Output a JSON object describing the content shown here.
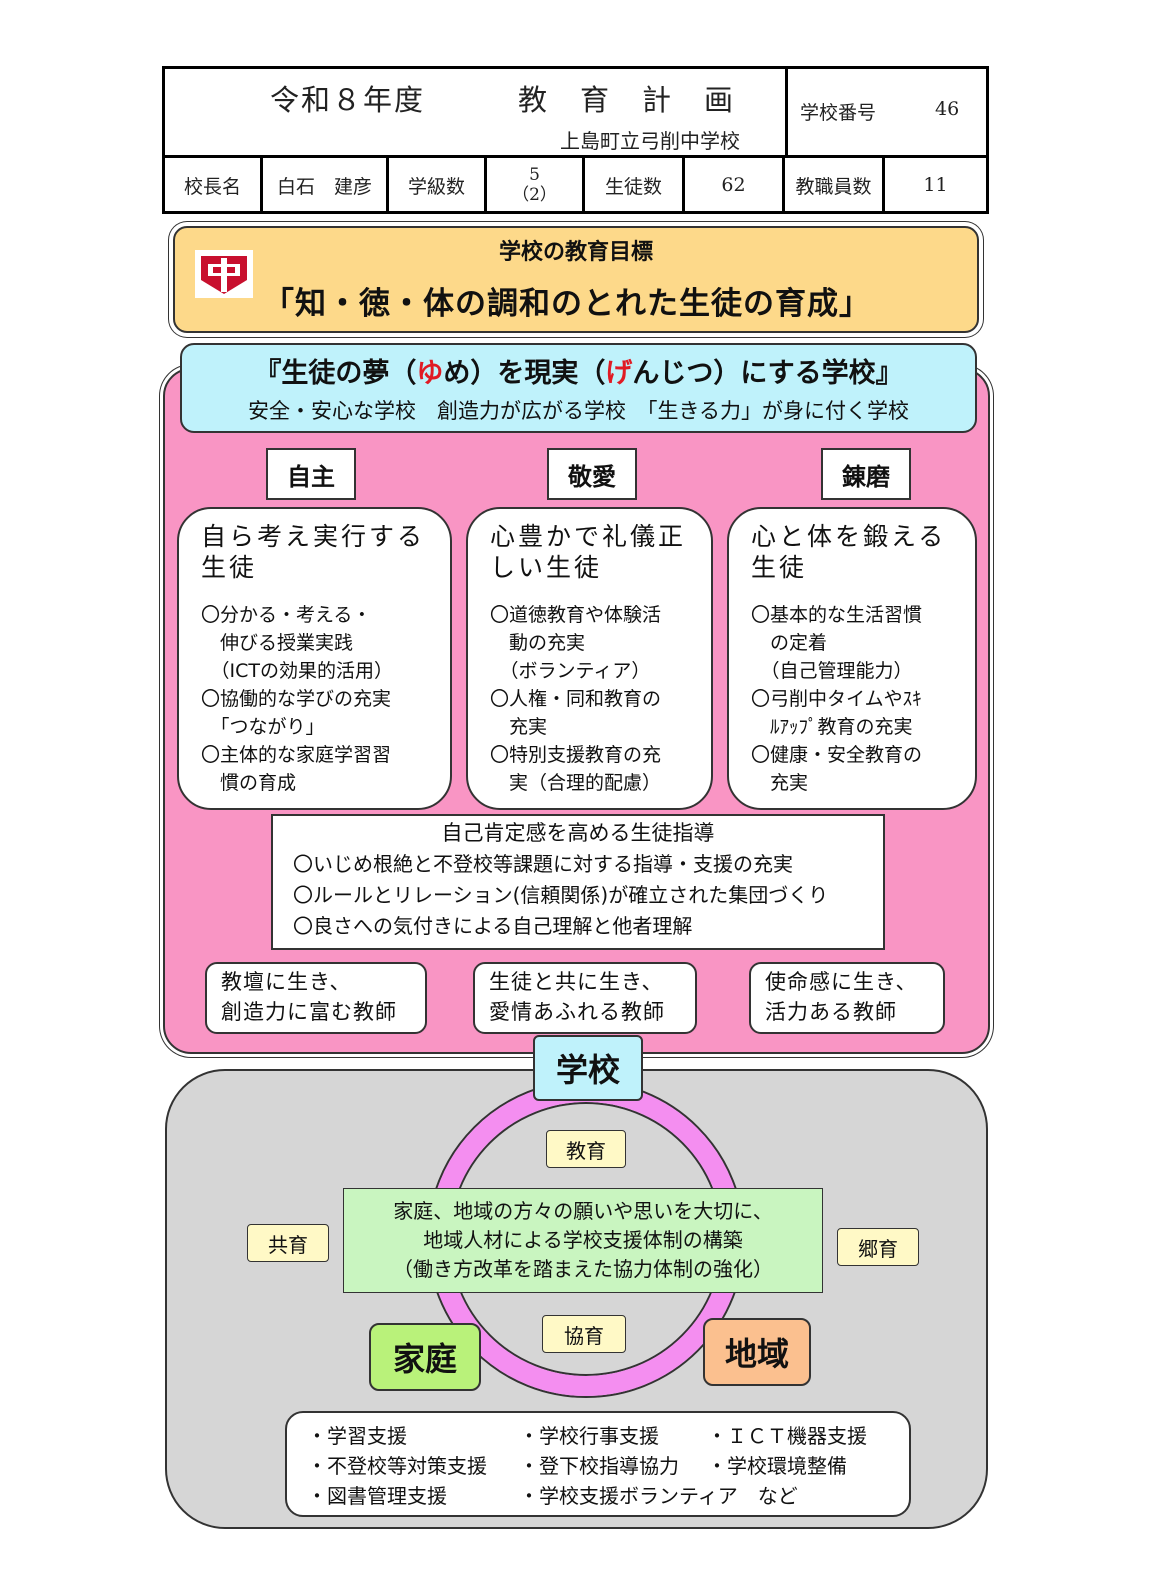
{
  "header": {
    "title": "令和８年度　　　教　育　計　画",
    "school_name": "上島町立弓削中学校",
    "school_number_label": "学校番号",
    "school_number": "46",
    "principal_label": "校長名",
    "principal_name": "白石　建彦",
    "classes_label": "学級数",
    "classes_value": "5",
    "classes_sub": "（2）",
    "students_label": "生徒数",
    "students_value": "62",
    "staff_label": "教職員数",
    "staff_value": "11"
  },
  "goal": {
    "label": "学校の教育目標",
    "text": "「知・徳・体の調和のとれた生徒の育成」"
  },
  "vision": {
    "pre": "『生徒の夢（",
    "red1": "ゆ",
    "mid1": "め）を現実（",
    "red2": "げ",
    "post": "んじつ）にする学校』",
    "subtitle": "安全・安心な学校　創造力が広がる学校　「生きる力」が身に付く学校"
  },
  "pillars": [
    {
      "label": "自主",
      "title": "自ら考え実行する\n生徒",
      "items": "〇分かる・考える・\n　伸びる授業実践\n　（ICTの効果的活用）\n〇協働的な学びの充実\n　「つながり」\n〇主体的な家庭学習習\n　慣の育成"
    },
    {
      "label": "敬愛",
      "title": "心豊かで礼儀正\nしい生徒",
      "items": "〇道徳教育や体験活\n　動の充実\n　（ボランティア）\n〇人権・同和教育の\n　充実\n〇特別支援教育の充\n　実（合理的配慮）"
    },
    {
      "label": "錬磨",
      "title": "心と体を鍛える\n生徒",
      "items": "〇基本的な生活習慣\n　の定着\n　（自己管理能力）\n〇弓削中タイムやｽｷ\n　ﾙｱｯﾌﾟ教育の充実\n〇健康・安全教育の\n　充実"
    }
  ],
  "guidance": {
    "title": "自己肯定感を高める生徒指導",
    "items": "〇いじめ根絶と不登校等課題に対する指導・支援の充実\n〇ルールとリレーション(信頼関係)が確立された集団づくり\n〇良さへの気付きによる自己理解と他者理解"
  },
  "teachers": [
    "教壇に生き、\n創造力に富む教師",
    "生徒と共に生き、\n愛情あふれる教師",
    "使命感に生き、\n活力ある教師"
  ],
  "community": {
    "school_label": "学校",
    "education_tag": "教育",
    "kyoiku_shared": "共育",
    "kyoiku_local": "郷育",
    "kyoiku_coop": "協育",
    "home_label": "家庭",
    "region_label": "地域",
    "center_text": "家庭、地域の方々の願いや思いを大切に、\n地域人材による学校支援体制の構築\n（働き方改革を踏まえた協力体制の強化）",
    "support_col1": "・学習支援\n・不登校等対策支援\n・図書管理支援",
    "support_col2": "・学校行事支援\n・登下校指導協力\n・学校支援ボランティア　など",
    "support_col3": "・ＩＣＴ機器支援\n・学校環境整備"
  },
  "colors": {
    "goal_bg": "#fdd98a",
    "vision_bg": "#bff2fb",
    "pink_panel": "#f995c4",
    "ring": "#f48ef0",
    "home_bg": "#b9f27a",
    "region_bg": "#fbc08f",
    "center_bg": "#c9f5c0",
    "tag_bg": "#fff9c6",
    "logo_red": "#c8102e"
  }
}
